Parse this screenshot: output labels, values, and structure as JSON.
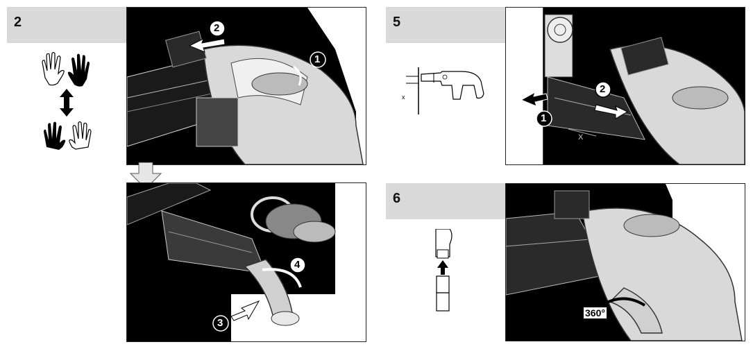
{
  "steps": [
    {
      "number": "2"
    },
    {
      "number": "5"
    },
    {
      "number": "6"
    }
  ],
  "callouts": {
    "c1": "1",
    "c2": "2",
    "c3": "3",
    "c4": "4",
    "s5_c1": "1",
    "s5_c2": "2"
  },
  "labels": {
    "x_small": "x",
    "x_panel": "X",
    "rotation": "360°"
  }
}
